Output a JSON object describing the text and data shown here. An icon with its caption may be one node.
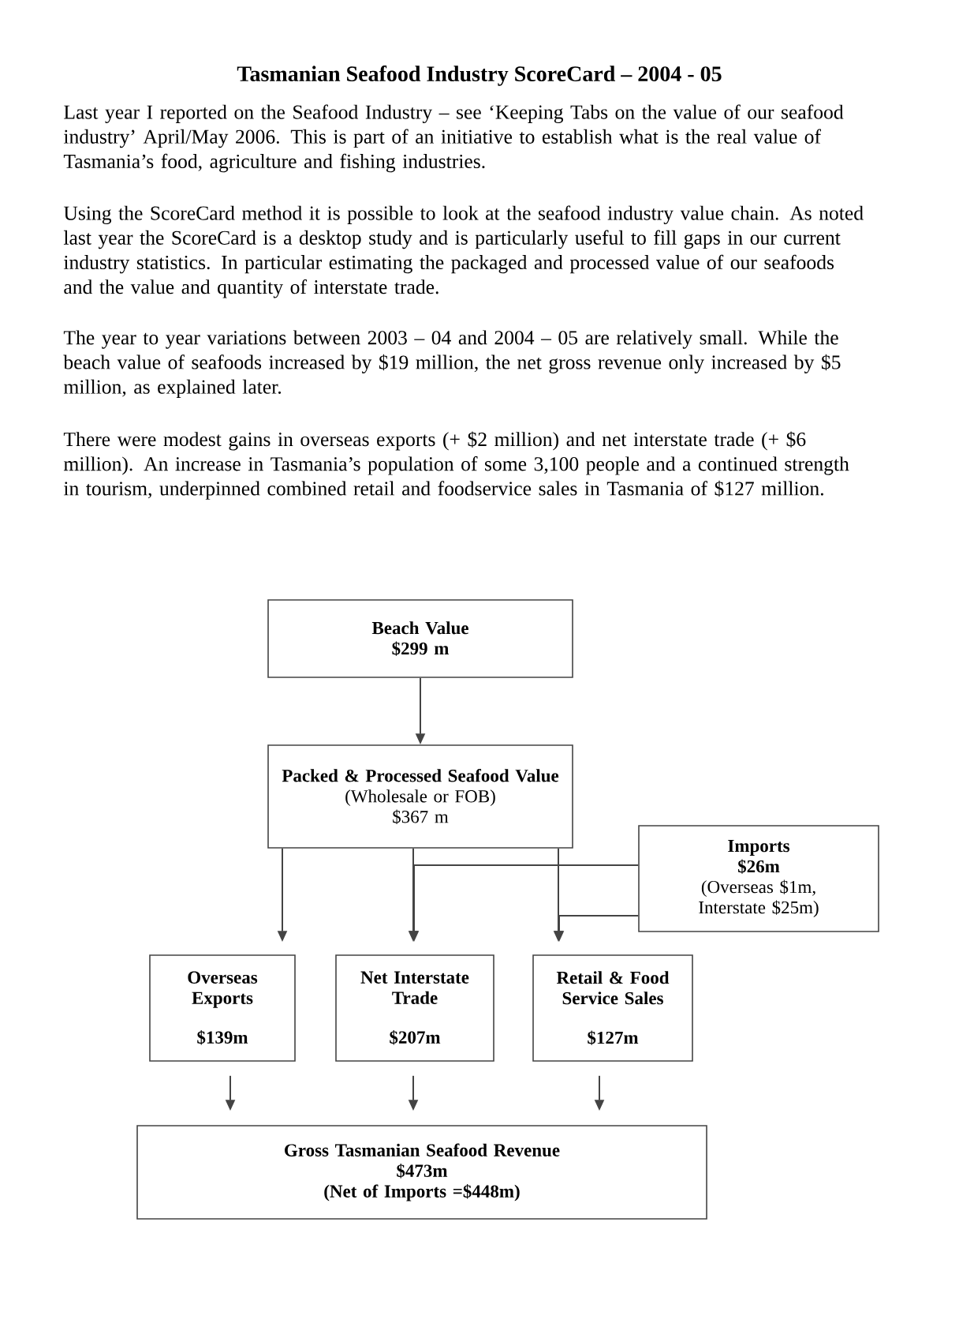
{
  "diagram": {
    "title": "Tasmanian Seafood Industry ScoreCard – 2004 - 05",
    "nodes": [
      {
        "text": [
          "Beach Value",
          "$299 m"
        ]
      },
      {
        "text": [
          "Packed & Processed Seafood Value",
          "(Wholesale or FOB)",
          "$367 m"
        ]
      },
      {
        "text": [
          "Imports",
          "$26m",
          "(Overseas $1m, Interstate $25m)"
        ]
      },
      {
        "text": [
          "Overseas Exports",
          "$139m"
        ]
      },
      {
        "text": [
          "Net Interstate Trade",
          "$207m"
        ]
      },
      {
        "text": [
          "Retail & Food Service Sales",
          "$127m"
        ]
      },
      {
        "text": [
          "Gross Tasmanian Seafood Revenue",
          "$473m",
          "(Net of Imports =$448m)"
        ]
      }
    ],
    "edges": [
      {
        "from": 0,
        "to": 1,
        "arrow": "to"
      },
      {
        "from": 1,
        "to": 3,
        "arrow": "to"
      },
      {
        "from": 1,
        "to": 4,
        "arrow": "to"
      },
      {
        "from": 1,
        "to": 5,
        "arrow": "to"
      },
      {
        "from": 2,
        "to": 4,
        "arrow": "to"
      },
      {
        "from": 2,
        "to": 5,
        "arrow": "to"
      },
      {
        "from": 3,
        "to": 6,
        "arrow": "to"
      },
      {
        "from": 4,
        "to": 6,
        "arrow": "to"
      },
      {
        "from": 5,
        "to": 6,
        "arrow": "to"
      }
    ],
    "labels": [
      "Last year I reported on the Seafood Industry –  see ‘Keeping Tabs on the value of our seafood industry’ April/May 2006. This is part of an initiative to establish what is the real value of Tasmania’s food, agriculture and fishing industries.",
      "Using the ScoreCard method it is possible to look at the seafood industry value chain. As noted last year the ScoreCard is a desktop study and is particularly useful to fill gaps in our current industry statistics. In particular estimating the packaged and processed value of our seafoods and the value and quantity of interstate trade.",
      "The year to year variations between 2003 – 04 and 2004 – 05 are relatively small. While the beach value of seafoods increased by $19 million, the net gross revenue only increased by $5 million, as explained later.",
      "There were modest gains in overseas exports (+ $2 million) and net interstate trade (+ $6 million). An increase in Tasmania’s  population of some 3,100 people and a continued strength in tourism, underpinned combined retail and foodservice sales in Tasmania of $127 million."
    ]
  }
}
